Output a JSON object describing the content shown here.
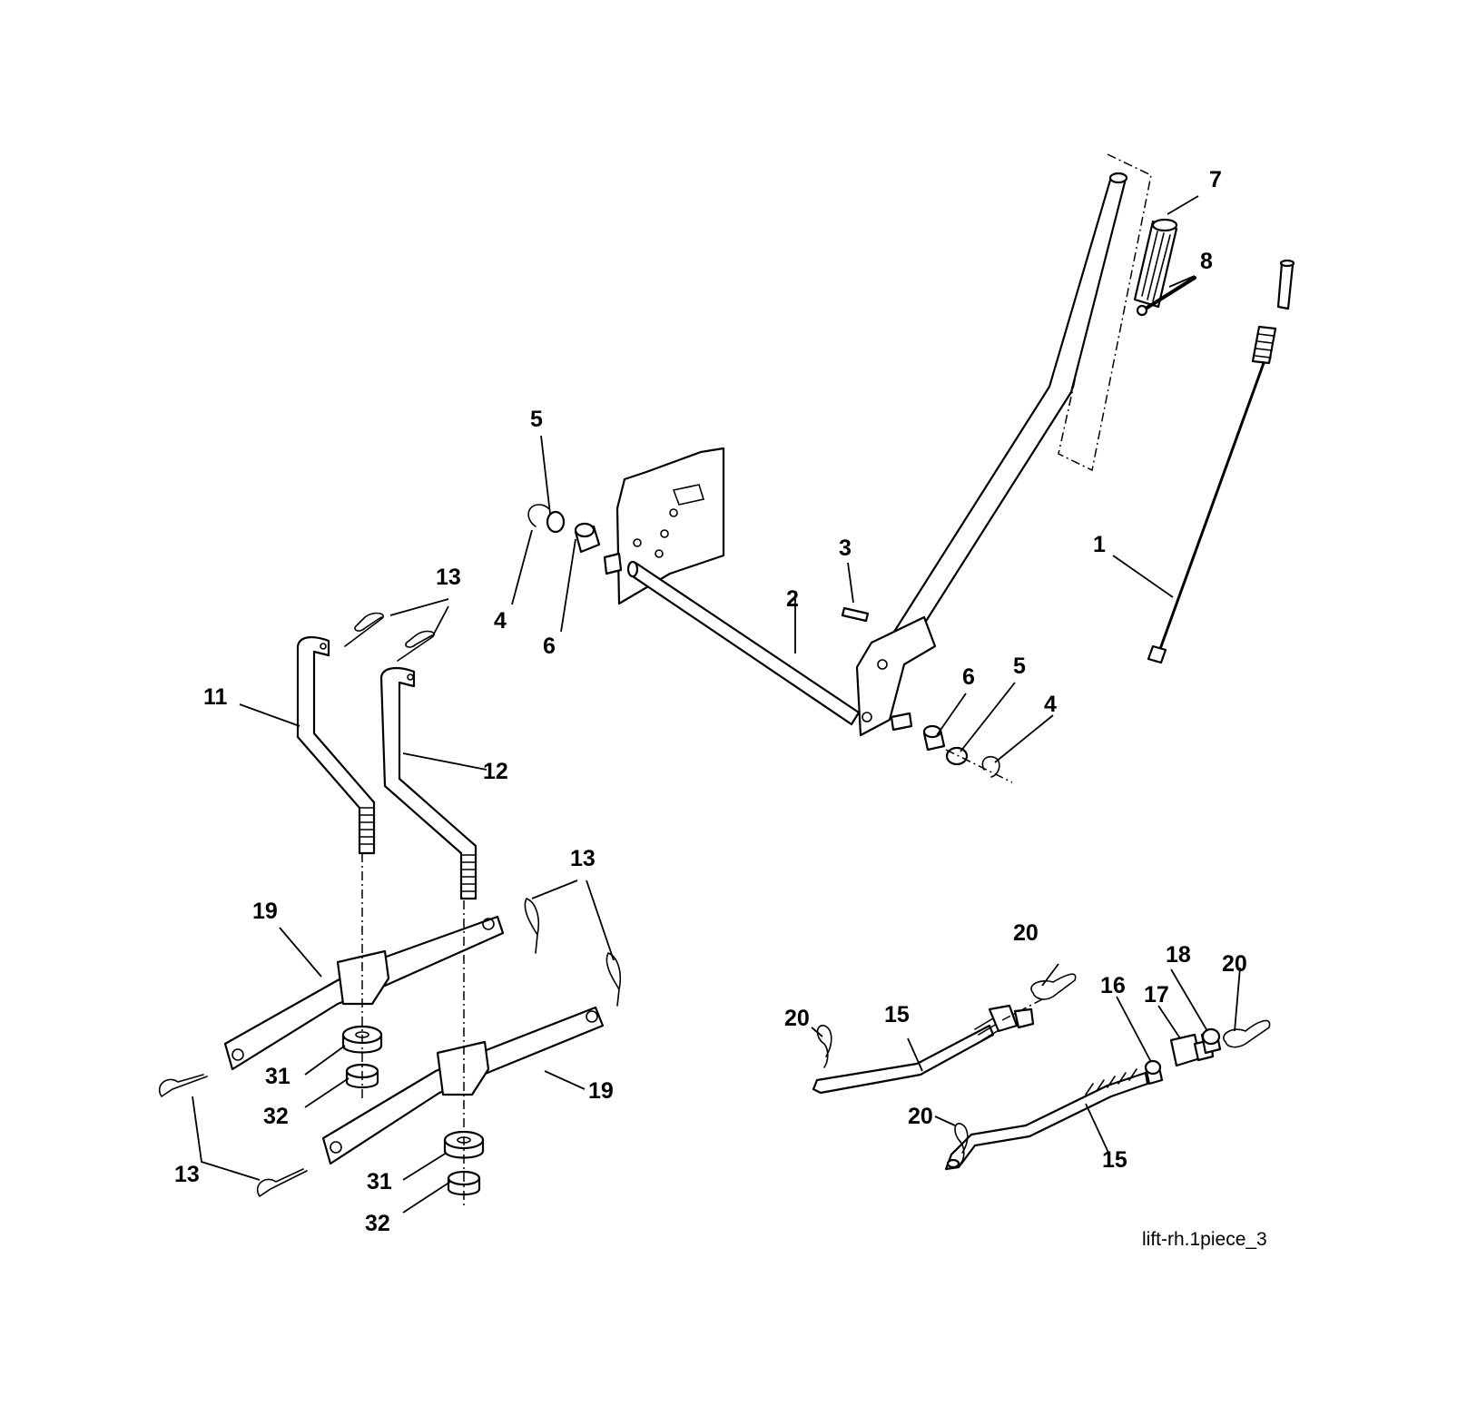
{
  "callouts": {
    "c1": "1",
    "c2": "2",
    "c3": "3",
    "c4a": "4",
    "c4b": "4",
    "c5a": "5",
    "c5b": "5",
    "c6a": "6",
    "c6b": "6",
    "c7": "7",
    "c8": "8",
    "c11": "11",
    "c12": "12",
    "c13a": "13",
    "c13b": "13",
    "c13c": "13",
    "c15a": "15",
    "c15b": "15",
    "c16": "16",
    "c17": "17",
    "c18": "18",
    "c19a": "19",
    "c19b": "19",
    "c20a": "20",
    "c20b": "20",
    "c20c": "20",
    "c20d": "20",
    "c31a": "31",
    "c31b": "31",
    "c32a": "32",
    "c32b": "32"
  },
  "drawing_ref": "lift-rh.1piece_3"
}
